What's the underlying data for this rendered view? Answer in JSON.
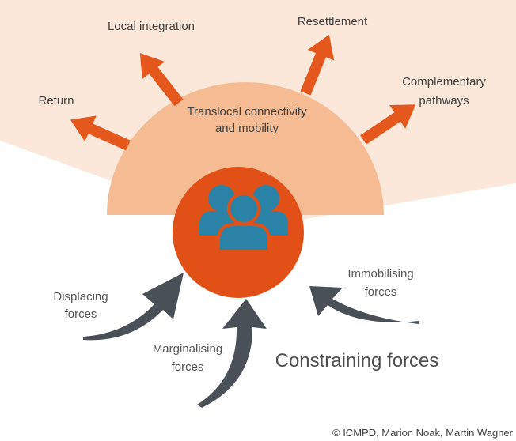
{
  "colors": {
    "fan_light": "#FCE8DA",
    "semicircle": "#F5BC93",
    "center_circle": "#E15117",
    "outward_arrow": "#E4571D",
    "inward_arrow": "#4A5058",
    "people_icon": "#2C83A8",
    "text_dark": "#3F3F3F",
    "text_grey": "#555555"
  },
  "center": {
    "icon": "people-group-icon"
  },
  "semicircle_label": [
    "Translocal connectivity",
    "and mobility"
  ],
  "outcomes": {
    "return": [
      "Return"
    ],
    "local_integration": [
      "Local integration"
    ],
    "resettlement": [
      "Resettlement"
    ],
    "complementary": [
      "Complementary",
      "pathways"
    ]
  },
  "forces": {
    "displacing": [
      "Displacing",
      "forces"
    ],
    "marginalising": [
      "Marginalising",
      "forces"
    ],
    "immobilising": [
      "Immobilising",
      "forces"
    ],
    "constraining_title": "Constraining forces"
  },
  "copyright": "© ICMPD, Marion Noak, Martin Wagner"
}
